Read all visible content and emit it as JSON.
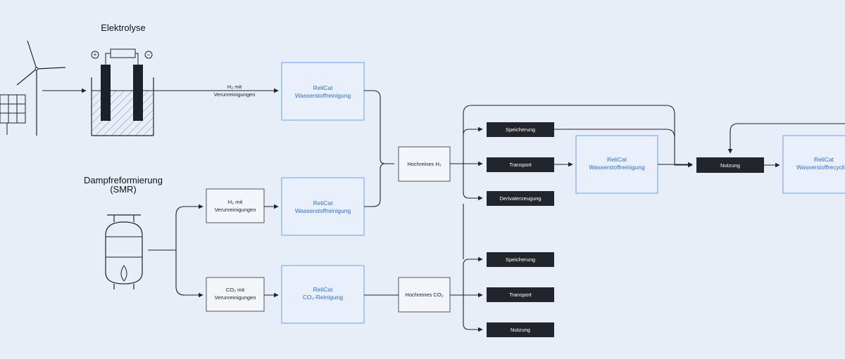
{
  "headings": {
    "electrolysis": "Elektrolyse",
    "smr_line1": "Dampfreformierung",
    "smr_line2": "(SMR)"
  },
  "labels": {
    "h2_impure_line1": "H₂ mit",
    "h2_impure_line2": "Verunreinigungen",
    "co2_impure_line1": "CO₂ mit",
    "co2_impure_line2": "Verunreinigungen",
    "pure_h2": "Hochreines H₂",
    "pure_co2": "Hochreines CO₂"
  },
  "relicat": {
    "name": "ReliCat",
    "h2_purification": "Wasserstoffreinigung",
    "co2_purification": "CO₂-Reinigung",
    "h2_recycling": "Wasserstoffrecycling"
  },
  "h2_uses": {
    "storage": "Speicherung",
    "transport": "Transport",
    "derivatives": "Derivaterzeugung"
  },
  "usage": "Nutzung",
  "co2_uses": {
    "storage": "Speicherung",
    "transport": "Transport",
    "usage": "Nutzung"
  },
  "colors": {
    "background": "#e8eef8",
    "accent_blue": "#2b6fd6",
    "dark_box": "#22262c"
  },
  "icons": {
    "wind": "wind-turbine-icon",
    "solar": "solar-panel-icon",
    "electrolyzer": "electrolyzer-icon",
    "reformer": "steam-reformer-icon"
  }
}
